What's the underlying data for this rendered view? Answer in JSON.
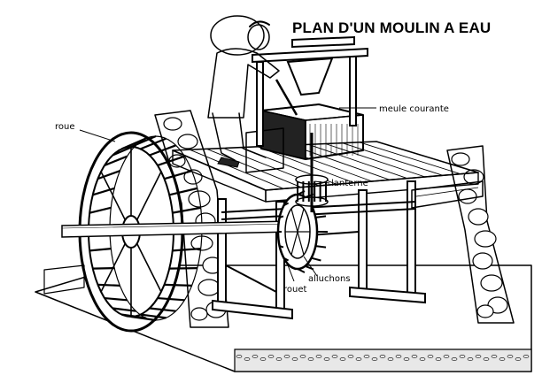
{
  "title": "PLAN D'UN MOULIN A EAU",
  "labels": {
    "roue": "roue",
    "meule_courante": "meule courante",
    "lanterne": "lanterne",
    "alluchons": "alluchons",
    "rouet": "rouet"
  }
}
